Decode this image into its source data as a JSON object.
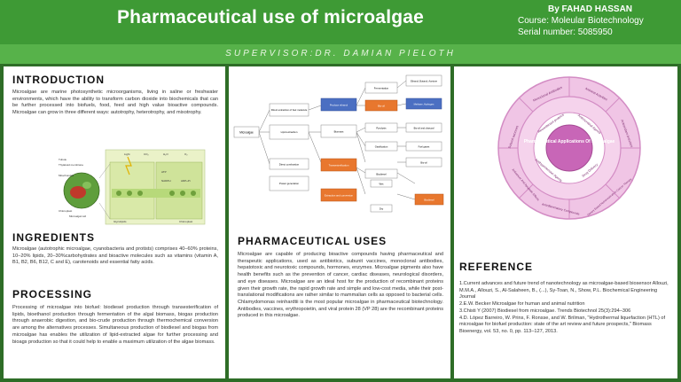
{
  "header": {
    "title": "Pharmaceutical use of microalgae",
    "author": "By FAHAD HASSAN",
    "course": "Course: Moleular Biotechnology",
    "serial": "Serial number: 5085950",
    "supervisor": "SUPERVISOR:DR. DAMIAN PIELOTH"
  },
  "introduction": {
    "heading": "INTRODUCTION",
    "text": "Microalgae are marine photosynthetic microorganisms, living in saline or freshwater environments, which have the ability to transform carbon dioxide into biochemicals that can be further processed into biofuels, food, feed and high value bioactive compounds. Microalgae can grow in three different ways: autotrophy, heterotrophy, and mixotrophy."
  },
  "ingredients": {
    "heading": "INGREDIENTS",
    "text": "Microalgae (autotrophic microalgae, cyanobacteria and protists) comprises 40–60% proteins, 10–20% lipids, 20–30%carbohydrates and bioactive molecules such as vitamins (vitamin A, B1, B2, B6, B12, C and E), carotenoids and essential fatty acids."
  },
  "processing": {
    "heading": "PROCESSING",
    "text": "Processing of microalgae into biofuel: biodiesel production through transesterification of lipids, bioethanol production through fermentation of the algal biomass, biogas production through anaerobic digestion, and bio-crude production through thermochemical conversion are among the alternatives processes. Simultaneous production of biodiesel and biogas from microalgae has enables the utilization of lipid-extracted algae for further processing and bioags production so that it could help to enable a maximum utilization of the algae biomass."
  },
  "cell_figure": {
    "labels": [
      "Tubule",
      "Thylakoid membrane",
      "Mitochondria",
      "Chloroplast",
      "Light",
      "CO₂",
      "H₂O",
      "O₂",
      "ATP",
      "NADPH",
      "ADP+Pi",
      "Microalgal cell",
      "Glycolipids",
      "Chloroplast"
    ]
  },
  "flowchart": {
    "nodes": [
      "Microalgae",
      "Direct extraction of fuel molecule",
      "Produce ethanol",
      "Lipid extraction",
      "Biomass",
      "Pyrolysis",
      "Transesterification",
      "Direct combustion",
      "Power generation",
      "Gasification",
      "Fermentation",
      "Bio-oil",
      "Ethanol, Butanol, Acetone",
      "Methane, Hydrogen",
      "Bio-oil and charcoal",
      "Fuel gases",
      "Bio-oil",
      "Biodiesel",
      "Wet",
      "Dry",
      "Extraction and conversion",
      "Biodiesel"
    ]
  },
  "pharma": {
    "heading": "PHARMACEUTICAL USES",
    "text": "Microalgae are capable of producing bioactive compounds having pharmaceutical and therapeutic applications, used as antibiotics, subunit vaccines, monoclonal antibodies, hepatotoxic and neurotoxic compounds, hormones, enzymes. Microalgae pigments also have health benefits such as the prevention of cancer, cardiac diseases, neurological disorders, and eye diseases. Microalgae are an ideal host for the production of recombinant proteins given their growth rate, the rapid growth rate and simple and low-cost media, while their post-translational modifications are rather similar to mammalian cells as opposed to bacterial cells. Chlamydomonas reinhardtii is the most popular microalgae in pharmaceutical biotechnology. Antibodies, vaccines, erythropoietin, and viral protein 28 (VP 28) are the recombinant proteins produced in this microalgae."
  },
  "wheel": {
    "center": "Pharmaceutical Applications Of Microalgae",
    "inner": [
      "Recombinant proteins",
      "Antimicrobial Agents",
      "Drug Delivery",
      "Antihypertensive Agents"
    ],
    "outer": [
      "Monoclonal Antibodies",
      "Antiviral Activities",
      "Antioxidant Activities",
      "Dietary Based Nutraceuticals In Cancer Therapy",
      "Antinflammatory Compounds",
      "Anticancer And Apoptotic Effects",
      "Subunit vaccines"
    ]
  },
  "reference": {
    "heading": "REFERENCE",
    "text": "1.Current advances and future trend of nanotechnology as microalgae-based biosensor Allouzi, M.M.A., Allouzi, S., Al-Salaheen, B., (...), Sy-Toan, N., Show, P.L. Biochemical Engineering Journal\n2.E.W. Becker Microalgae for human and animal nutrition\n3.Chisti Y (2007) Biodiesel from microalgae. Trends Biotechnol 25(3):294–306\n4.D. López Barreiro, W. Prins, F. Ronsse, and W. Brilman, \"Hydrothermal liquefaction (HTL) of microalgae for biofuel production: state of the art review and future prospects,\" Biomass Bioenergy, vol. 53, no. 0, pp. 113–127, 2013."
  },
  "colors": {
    "header": "#3e9a35",
    "subbar": "#57b24a",
    "background": "#2e6d27",
    "wheel_outer": "#e7a3d6",
    "wheel_mid": "#d47fc4",
    "wheel_center": "#b35aa6"
  }
}
